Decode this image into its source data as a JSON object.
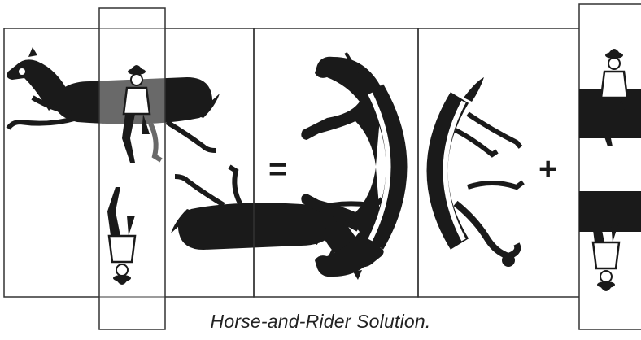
{
  "caption": "Horse-and-Rider Solution.",
  "operators": {
    "equals": "=",
    "plus": "+"
  },
  "colors": {
    "ink": "#1a1a1a",
    "paper": "#ffffff",
    "line": "#333333"
  },
  "panels": [
    {
      "name": "combined-card",
      "content": "two horses with rider strip overlaid"
    },
    {
      "name": "front-halves-card",
      "content": "horse front halves"
    },
    {
      "name": "rear-halves-card",
      "content": "horse rear halves"
    },
    {
      "name": "rider-strip-card",
      "content": "rider strip"
    }
  ]
}
